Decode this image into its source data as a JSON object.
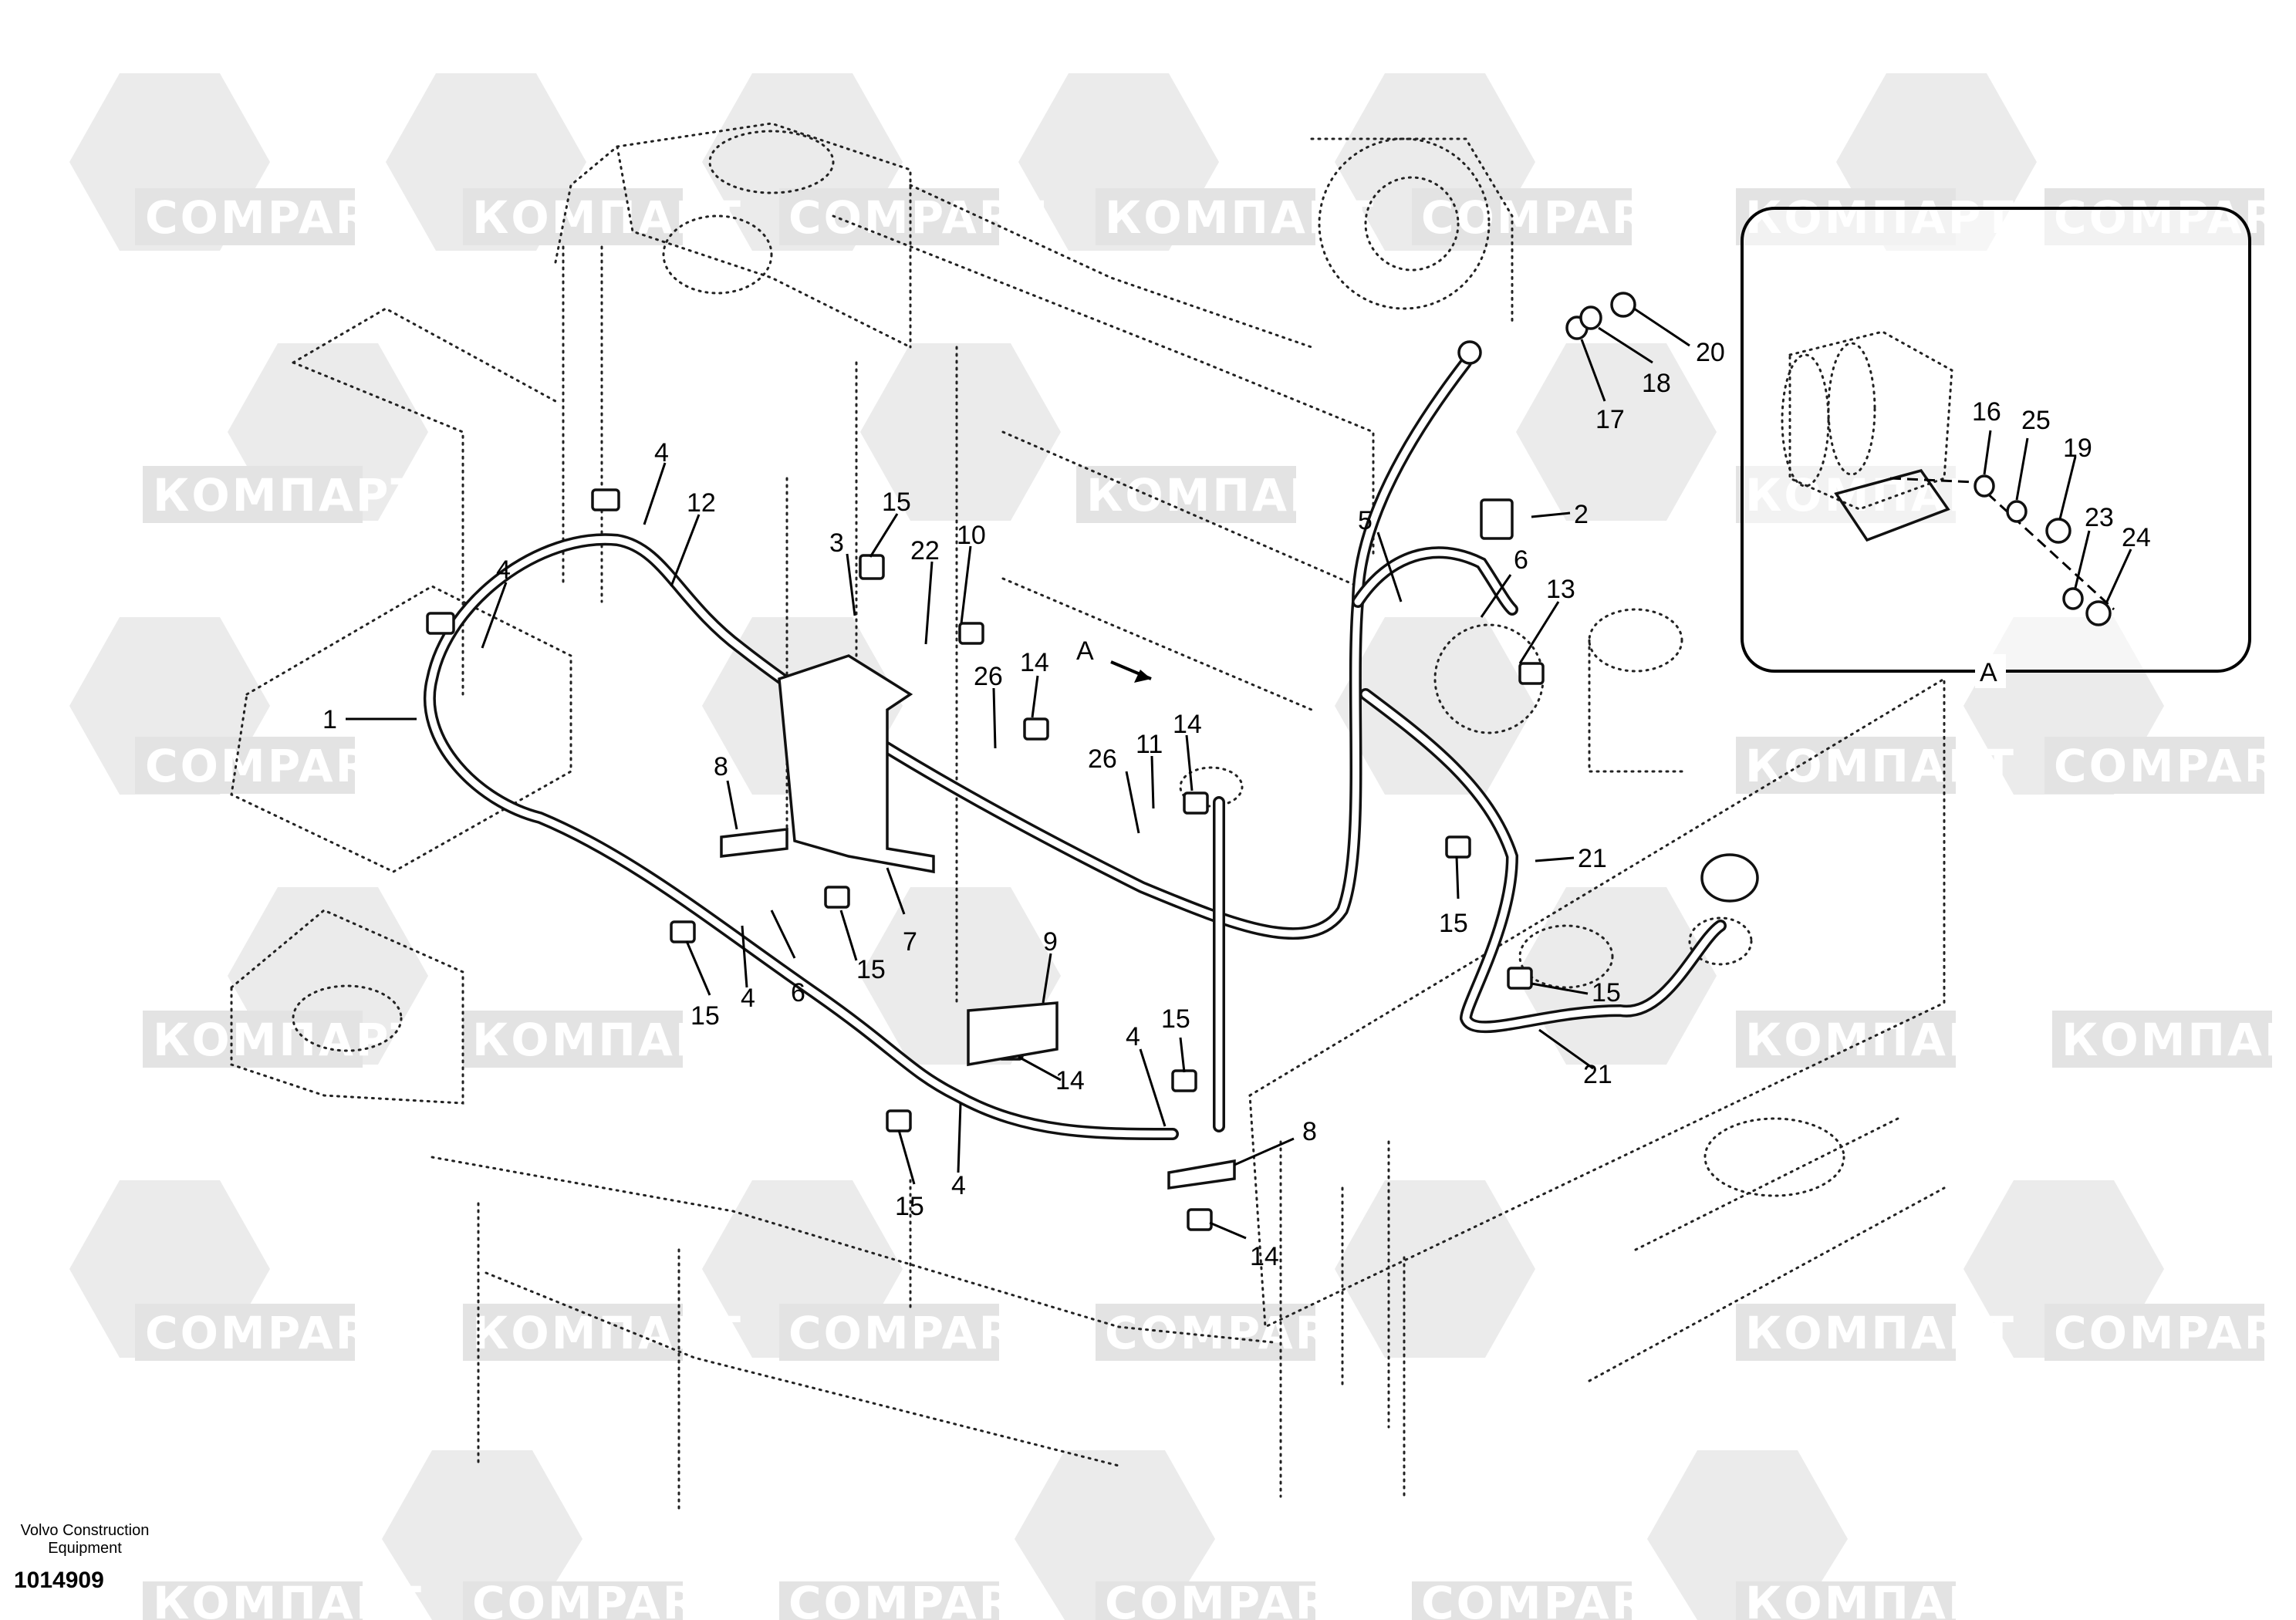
{
  "watermark": {
    "brand_latin": "COMPART",
    "brand_cyrillic": "КОМПАРТ"
  },
  "callouts": {
    "c1": "1",
    "c2": "2",
    "c3": "3",
    "c4a": "4",
    "c4b": "4",
    "c4c": "4",
    "c4d": "4",
    "c4e": "4",
    "c5": "5",
    "c6a": "6",
    "c6b": "6",
    "c7": "7",
    "c8a": "8",
    "c8b": "8",
    "c9": "9",
    "c10": "10",
    "c11": "11",
    "c12": "12",
    "c13": "13",
    "c14a": "14",
    "c14b": "14",
    "c14c": "14",
    "c14d": "14",
    "c15a": "15",
    "c15b": "15",
    "c15c": "15",
    "c15d": "15",
    "c15e": "15",
    "c15f": "15",
    "c15g": "15",
    "c17": "17",
    "c18": "18",
    "c20": "20",
    "c21a": "21",
    "c21b": "21",
    "c22": "22",
    "c26a": "26",
    "c26b": "26"
  },
  "view_arrow_label": "A",
  "detail": {
    "label": "A",
    "callouts": {
      "c16": "16",
      "c25": "25",
      "c19": "19",
      "c23": "23",
      "c24": "24"
    }
  },
  "footer": {
    "line1": "Volvo Construction",
    "line2": "Equipment",
    "drawing_number": "1014909"
  }
}
